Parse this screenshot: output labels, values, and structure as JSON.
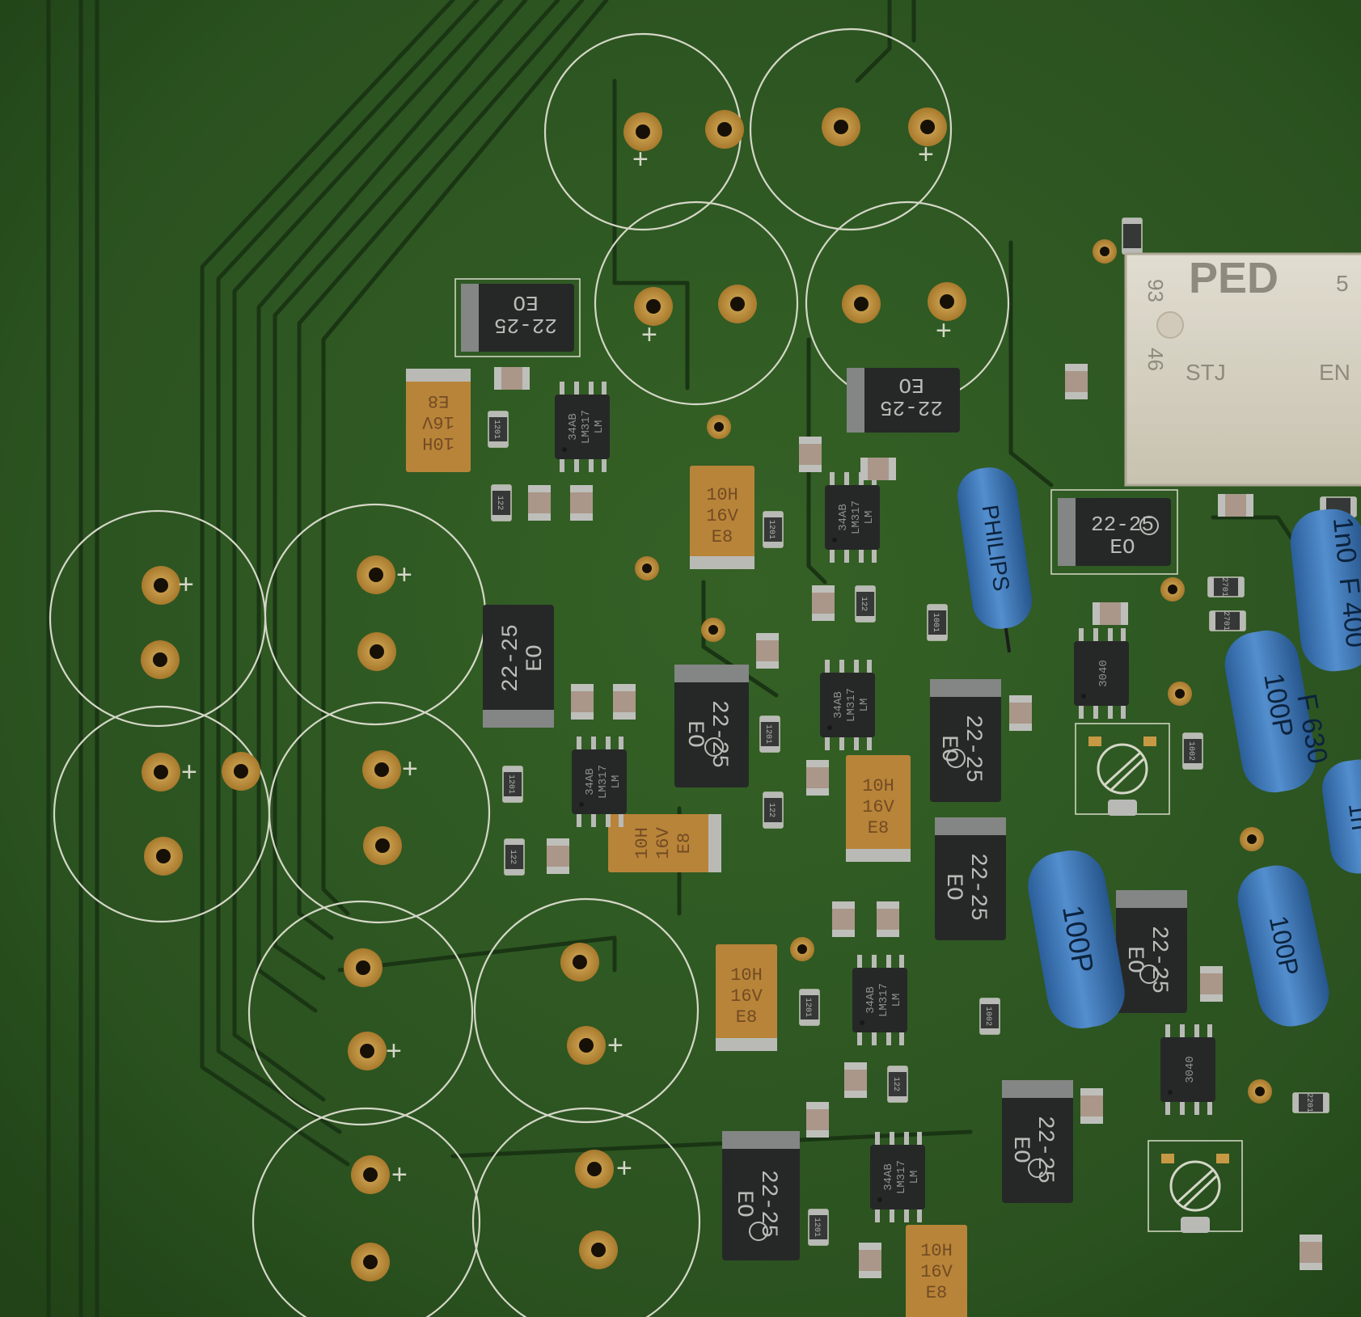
{
  "colors": {
    "board": "#2f5a23",
    "board_dark": "#234818",
    "trace": "#1d3a16",
    "silkscreen": "#e6ead8",
    "pad_copper": "#c99a3f",
    "pad_inner": "#e0b158",
    "smd_black": "#2a2c2b",
    "smd_tantalum": "#c8903e",
    "smd_resistor": "#3b3d3c",
    "ceramic_cap": "#b9a495",
    "relay_body": "#ebe6d6",
    "film_cap_blue": "#3a7fc6",
    "solder": "#c9cac6"
  },
  "silkscreen": {
    "plus": "+"
  },
  "markings": {
    "tantalum_large": [
      "22-25",
      "EO"
    ],
    "tantalum_small": [
      "10H",
      "16V",
      "E8"
    ],
    "regulator": [
      "34AB",
      "LM317",
      "LM"
    ],
    "opamp": "3040",
    "resistor_1k": "1001",
    "resistor_10k": "1002",
    "resistor_122": "122",
    "resistor_1201": "1201",
    "resistor_2701": "2701",
    "resistor_2201": "2201",
    "circle_2": "2"
  },
  "relay": {
    "brand": "PED",
    "code": "93",
    "code2": "46",
    "series": "STJ",
    "suffix": "EN",
    "digit": "5"
  },
  "film_caps": {
    "philips": "PHILIPS",
    "c100p_1": [
      "100P",
      "F 630"
    ],
    "c1n0": [
      "1n0",
      "F 400"
    ],
    "c100p_2": "100P",
    "c1n0_edge": "1n",
    "c100p_edge": "100P"
  },
  "icons": [
    "trimmer-potentiometer-icon",
    "polarity-plus-icon"
  ]
}
